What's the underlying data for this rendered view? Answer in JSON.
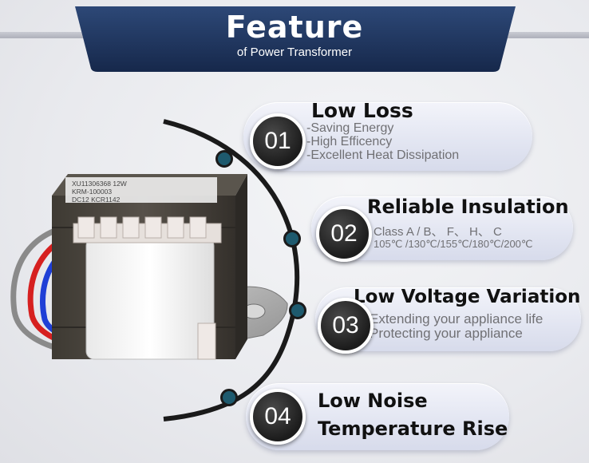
{
  "banner": {
    "title": "Feature",
    "subtitle": "of Power Transformer"
  },
  "product_label": {
    "line1": "XU11306368 12W",
    "line2": "KRM-100003",
    "line3": "DC12 KCR1142"
  },
  "features": [
    {
      "number": "01",
      "heading": "Low Loss",
      "lines": [
        "-Saving Energy",
        "-High Efficency",
        "-Excellent Heat Dissipation"
      ]
    },
    {
      "number": "02",
      "heading": "Reliable Insulation",
      "lines": [
        "Class A  / B、  F、 H、 C",
        "105℃ /130℃/155℃/180℃/200℃"
      ]
    },
    {
      "number": "03",
      "heading": "Low Voltage Variation",
      "lines": [
        "Extending your appliance life",
        "Protecting your appliance"
      ]
    },
    {
      "number": "04",
      "heading_line1": "Low Noise",
      "heading_line2": "Temperature Rise"
    }
  ],
  "colors": {
    "banner": "#1e3560",
    "badge": "#1f1f1f",
    "dot": "#1e5a6e",
    "arc": "#1a1a1a"
  }
}
